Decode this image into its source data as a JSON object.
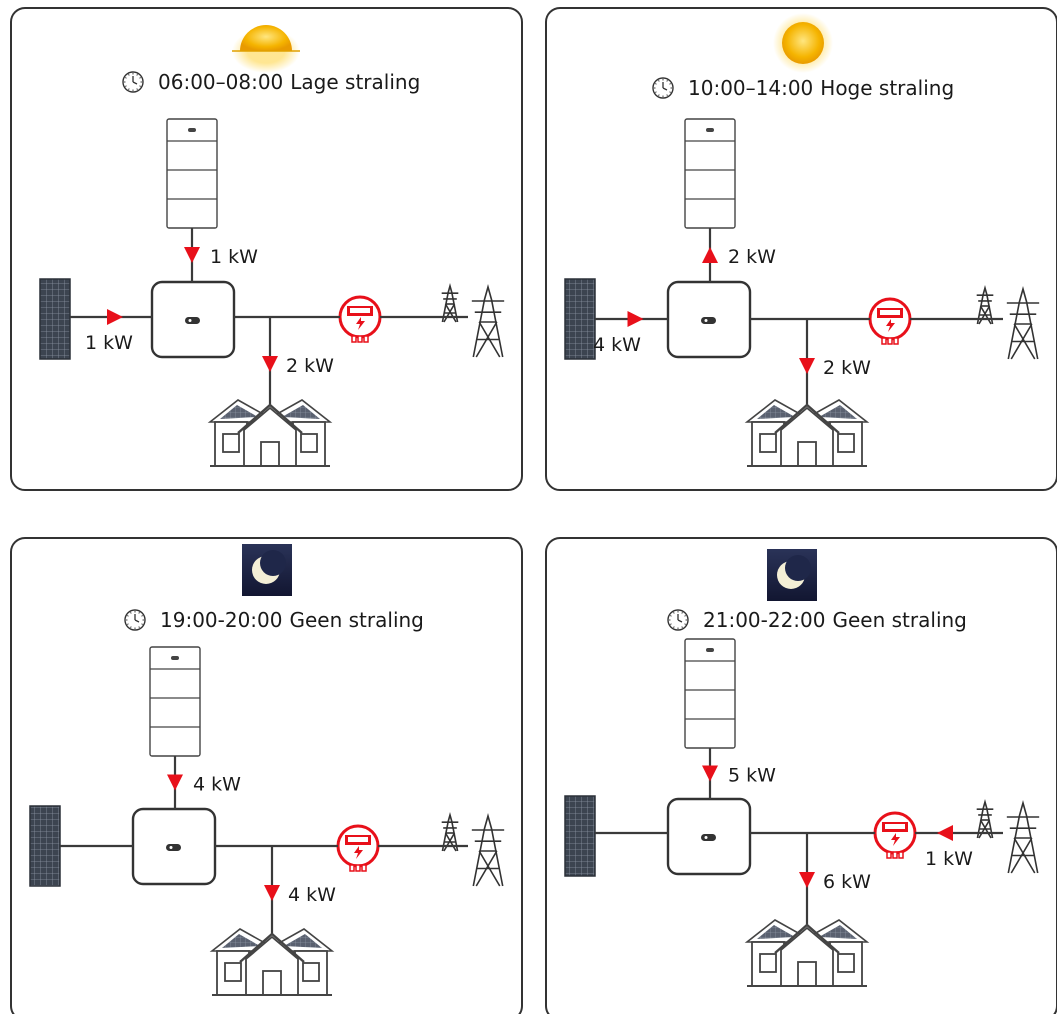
{
  "colors": {
    "panel_border": "#333333",
    "flow_arrow": "#e8101a",
    "meter": "#e8101a",
    "sun": "#f5b400",
    "night_sky": "#1c2240"
  },
  "panels": [
    {
      "id": "p1",
      "sky_icon": "sun-rising-icon",
      "time": "06:00–08:00",
      "condition": "Lage straling",
      "battery_kw": "1 kW",
      "battery_dir": "down",
      "pv_kw": "1 kW",
      "house_kw": "2 kW",
      "grid_kw": "",
      "grid_dir": "none"
    },
    {
      "id": "p2",
      "sky_icon": "sun-icon",
      "time": "10:00–14:00",
      "condition": "Hoge straling",
      "battery_kw": "2 kW",
      "battery_dir": "up",
      "pv_kw": "4 kW",
      "house_kw": "2 kW",
      "grid_kw": "",
      "grid_dir": "none"
    },
    {
      "id": "p3",
      "sky_icon": "moon-icon",
      "time": "19:00-20:00",
      "condition": "Geen straling",
      "battery_kw": "4 kW",
      "battery_dir": "down",
      "pv_kw": "",
      "house_kw": "4 kW",
      "grid_kw": "",
      "grid_dir": "none"
    },
    {
      "id": "p4",
      "sky_icon": "moon-icon",
      "time": "21:00-22:00",
      "condition": "Geen straling",
      "battery_kw": "5 kW",
      "battery_dir": "down",
      "pv_kw": "",
      "house_kw": "6 kW",
      "grid_kw": "1 kW",
      "grid_dir": "in"
    }
  ]
}
